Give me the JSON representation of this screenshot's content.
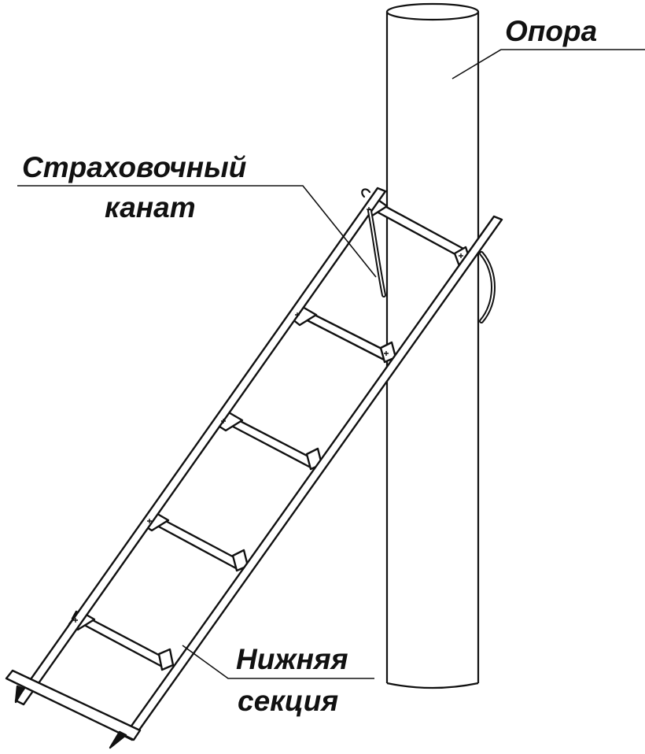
{
  "labels": {
    "support": "Опора",
    "safety_rope_line1": "Страховочный",
    "safety_rope_line2": "канат",
    "lower_section_line1": "Нижняя",
    "lower_section_line2": "секция"
  },
  "colors": {
    "ink": "#111111",
    "background": "#ffffff"
  }
}
